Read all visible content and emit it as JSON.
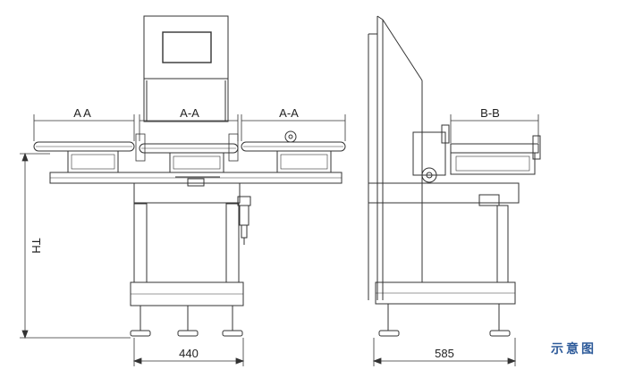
{
  "front_view": {
    "section_labels": [
      "A A",
      "A-A",
      "A-A"
    ],
    "height_label": "TH",
    "width_label": "440"
  },
  "side_view": {
    "section_label": "B-B",
    "width_label": "585"
  },
  "caption": "示意图",
  "colors": {
    "line": "#333333",
    "caption": "#2e5b9a"
  }
}
